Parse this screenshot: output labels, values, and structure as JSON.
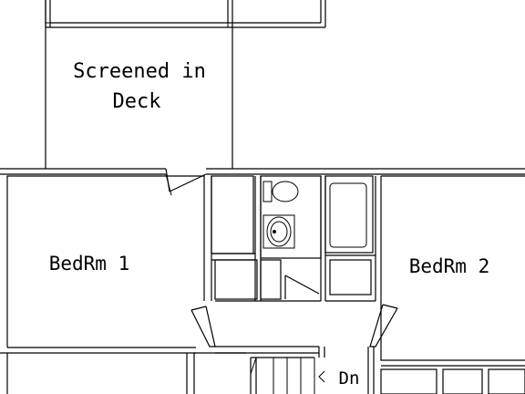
{
  "plan": {
    "rooms": [
      {
        "id": "deck",
        "label_line1": "Screened in",
        "label_line2": "Deck"
      },
      {
        "id": "bedrm1",
        "label": "BedRm 1"
      },
      {
        "id": "bedrm2",
        "label": "BedRm 2"
      }
    ],
    "stair_label": "Dn"
  },
  "style": {
    "line_color": "#000000",
    "background": "#ffffff"
  }
}
